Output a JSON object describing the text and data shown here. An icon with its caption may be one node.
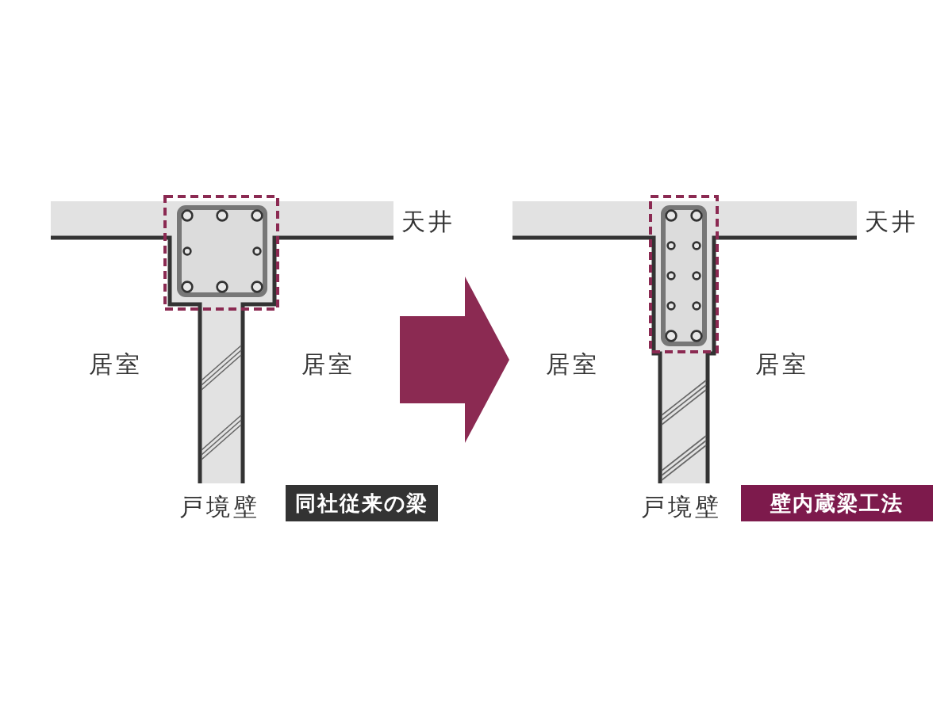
{
  "diagram": {
    "nodes": [
      {
        "text": [],
        "shape": "picture",
        "beside": [
          "天井"
        ]
      },
      {
        "text": [],
        "shape": "picture",
        "beside": [
          "天井"
        ]
      },
      {
        "text": [
          "同社従来の梁"
        ]
      },
      {
        "text": [
          "壁内蔵梁工法"
        ]
      }
    ],
    "edges": [
      {
        "from": 0,
        "to": 1,
        "arrow": "to"
      }
    ],
    "labels": [
      "居室",
      "居室",
      "戸境壁",
      "居室",
      "居室",
      "戸境壁"
    ]
  }
}
